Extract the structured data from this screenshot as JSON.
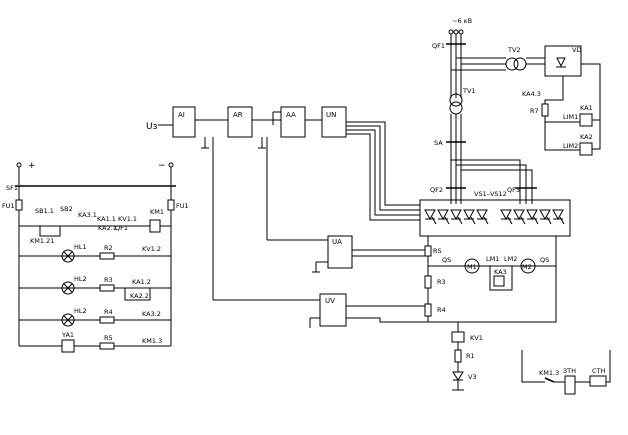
{
  "diagram": {
    "input_label": "Uз",
    "power_label": "~6 кВ",
    "blocks": {
      "ai": "AI",
      "ar": "AR",
      "aa": "AA",
      "un": "UN",
      "ua": "UA",
      "uv": "UV",
      "vd": "VD",
      "thyristors": "VS1–VS12"
    },
    "top_right": {
      "qf1": "QF1",
      "tv2": "TV2",
      "tv1": "TV1",
      "ka43": "KA4.3",
      "r7": "R7",
      "ka1": "KA1",
      "lim1": "LIM1",
      "ka2": "KA2",
      "lim2": "LIM2",
      "sa": "SA",
      "qf2": "QF2",
      "qf3": "QF3"
    },
    "motor_circuit": {
      "rs": "RS",
      "qs_left": "QS",
      "m1": "M1",
      "lm1": "LM1",
      "lm2": "LM2",
      "m2": "M2",
      "qs_right": "QS",
      "ka3": "KA3",
      "r3": "R3",
      "r4": "R4"
    },
    "control": {
      "plus": "+",
      "minus": "−",
      "sf1": "SF1",
      "fu1_left": "FU1",
      "fu1_right": "FU1",
      "sb1": "SB1.1",
      "sb2": "SB2",
      "ka31": "KA3.1",
      "ka11": "KA1.1",
      "km1": "KM1",
      "km121": "KM1.21",
      "ka21": "KA2.1",
      "qf1c": "QF1",
      "kv11": "KV1.1",
      "hl1": "HL1",
      "r2": "R2",
      "kv12": "KV1.2",
      "hl2": "HL2",
      "r3c": "R3",
      "ka12": "KA1.2",
      "ka22": "KA2.2",
      "hl2b": "HL2",
      "r4c": "R4",
      "ka32": "KA3.2",
      "ya1": "YA1",
      "r5": "R5",
      "km13": "KM1.3"
    },
    "bottom": {
      "kv1": "KV1",
      "r1": "R1",
      "v3": "V3",
      "km13b": "KM1.3",
      "sth": "ЗТН",
      "cth": "СТН"
    }
  }
}
